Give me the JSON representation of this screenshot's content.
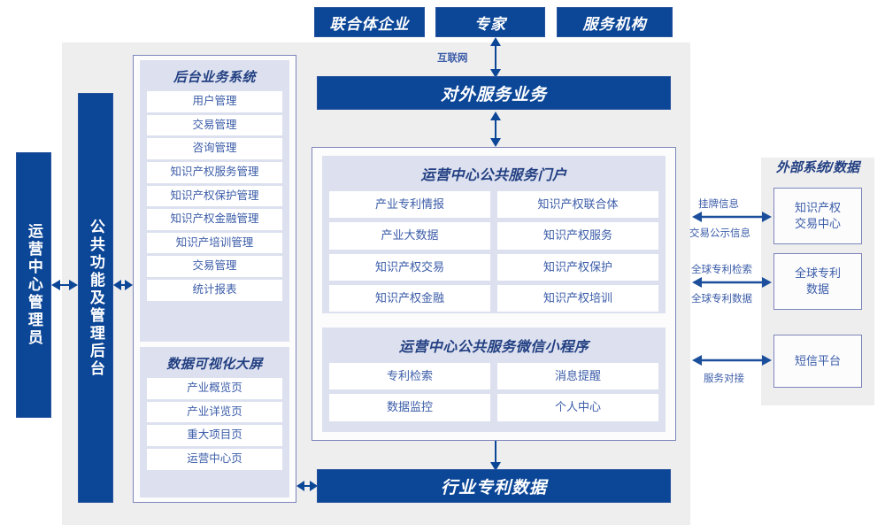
{
  "diagram": {
    "title_hidden": "",
    "colors": {
      "brand_blue": "#0b4697",
      "panel_gray": "#eeeeee",
      "lavender": "#dde1ef",
      "outline_purple": "#7d85bb",
      "text_blue": "#3b5ca8"
    }
  },
  "actors": [
    {
      "label": "联合体企业"
    },
    {
      "label": "专家"
    },
    {
      "label": "服务机构"
    }
  ],
  "connections": {
    "internet_label": "互联网"
  },
  "left_rails": {
    "admin": "运营中心管理员",
    "common": "公共功能及管理后台"
  },
  "back_office": {
    "title": "后台业务系统",
    "items": [
      "用户管理",
      "交易管理",
      "咨询管理",
      "知识产权服务管理",
      "知识产权保护管理",
      "知识产权金融管理",
      "知识产培训管理",
      "交易管理",
      "统计报表"
    ]
  },
  "big_screen": {
    "title": "数据可视化大屏",
    "items": [
      "产业概览页",
      "产业详览页",
      "重大项目页",
      "运营中心页"
    ]
  },
  "center": {
    "outer_service": "对外服务业务",
    "industry_data": "行业专利数据",
    "portal": {
      "title": "运营中心公共服务门户",
      "items": [
        "产业专利情报",
        "知识产权联合体",
        "产业大数据",
        "知识产权服务",
        "知识产权交易",
        "知识产权保护",
        "知识产权金融",
        "知识产权培训"
      ]
    },
    "miniapp": {
      "title": "运营中心公共服务微信小程序",
      "items": [
        "专利检索",
        "消息提醒",
        "数据监控",
        "个人中心"
      ]
    }
  },
  "external": {
    "title": "外部系统/数据",
    "boxes": [
      {
        "label": "知识产权\n交易中心"
      },
      {
        "label": "全球专利\n数据"
      },
      {
        "label": "短信平台"
      }
    ],
    "edges": [
      {
        "above": "挂牌信息",
        "below": "交易公示信息"
      },
      {
        "above": "全球专利检索",
        "below": "全球专利数据"
      },
      {
        "above": "",
        "below": "服务对接"
      }
    ]
  }
}
